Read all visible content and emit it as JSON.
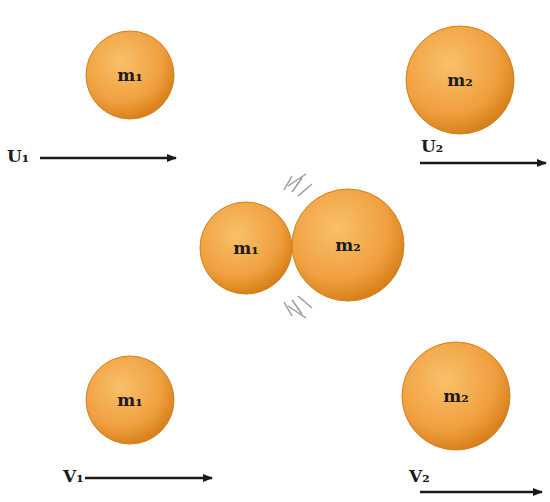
{
  "diagram": {
    "nodes": [
      {
        "text": [
          "m₁"
        ]
      },
      {
        "text": [
          "m₂"
        ]
      },
      {
        "text": [
          "m₁"
        ]
      },
      {
        "text": [
          "m₂"
        ]
      },
      {
        "text": [
          "m₁"
        ]
      },
      {
        "text": [
          "m₂"
        ]
      }
    ],
    "labels": [
      "U₁",
      "U₂",
      "V₁",
      "V₂"
    ]
  }
}
